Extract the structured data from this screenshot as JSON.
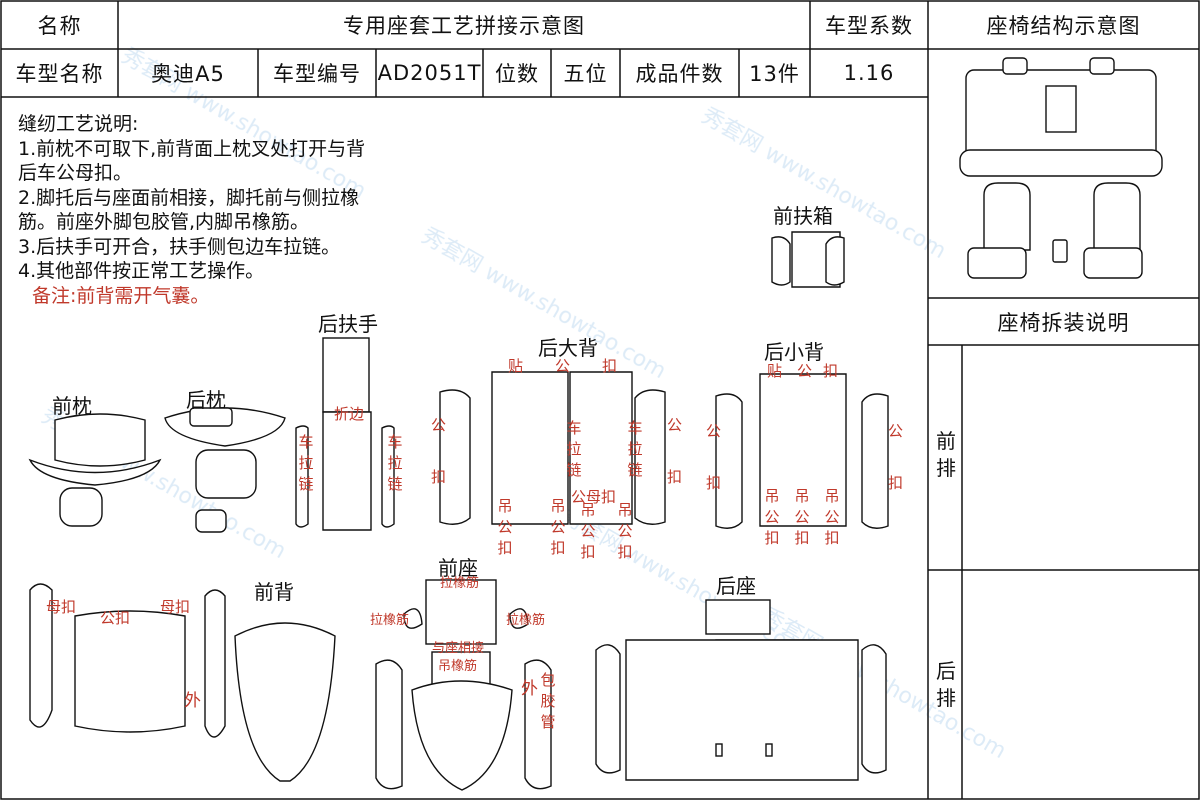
{
  "header": {
    "name_label": "名称",
    "title": "专用座套工艺拼接示意图",
    "coef_label": "车型系数",
    "structure_title": "座椅结构示意图"
  },
  "info": {
    "model_name_label": "车型名称",
    "model_name": "奥迪A5",
    "model_no_label": "车型编号",
    "model_no": "AD2051T",
    "seats_label": "位数",
    "seats": "五位",
    "pieces_label": "成品件数",
    "pieces": "13件",
    "coef": "1.16"
  },
  "notes": {
    "heading": "缝纫工艺说明:",
    "lines": [
      "1.前枕不可取下,前背面上枕叉处打开与背",
      "后车公母扣。",
      "2.脚托后与座面前相接，脚托前与侧拉橡",
      "筋。前座外脚包胶管,内脚吊橡筋。",
      "3.后扶手可开合，扶手侧包边车拉链。",
      "4.其他部件按正常工艺操作。"
    ],
    "remark": "备注:前背需开气囊。"
  },
  "side": {
    "disassembly_title": "座椅拆装说明",
    "front_row": "前排",
    "rear_row": "后排"
  },
  "sections": {
    "front_box": "前扶箱",
    "rear_armrest": "后扶手",
    "rear_big_back": "后大背",
    "rear_small_back": "后小背",
    "front_pillow": "前枕",
    "rear_pillow": "后枕",
    "front_back": "前背",
    "front_seat": "前座",
    "rear_seat": "后座"
  },
  "annotations": {
    "fold_edge": "折边",
    "zipper": "车拉链",
    "tie": "贴",
    "male": "公",
    "buckle": "扣",
    "male_buckle": "公扣",
    "female_buckle": "母扣",
    "male_female_buckle": "公母扣",
    "hang_male_buckle": "吊公扣",
    "elastic": "拉橡筋",
    "join_seat": "与座相接",
    "hang_elastic": "吊橡筋",
    "outer": "外",
    "wrap_tube": "包胶管"
  },
  "watermark": "秀套网 www.showtao.com"
}
